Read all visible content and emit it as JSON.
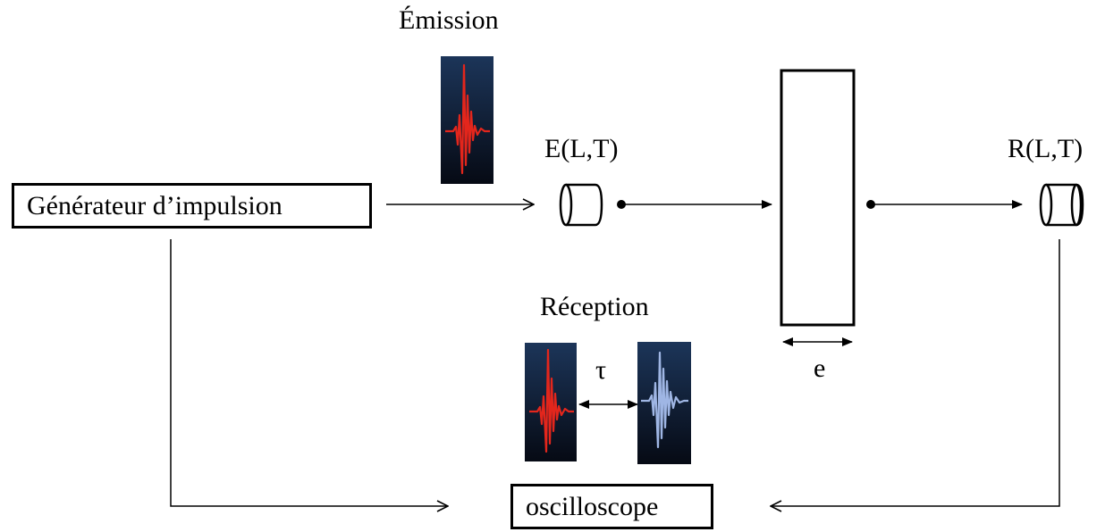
{
  "labels": {
    "emission": "Émission",
    "emitter": "E(L,T)",
    "receiver": "R(L,T)",
    "reception": "Réception",
    "delay": "τ",
    "thickness": "e"
  },
  "boxes": {
    "generator": "Générateur d’impulsion",
    "oscilloscope": "oscilloscope"
  },
  "icons": {
    "emitted_signal": "red-pulse-waveform",
    "received_signal_emitted": "red-pulse-waveform",
    "received_signal_transmitted": "blue-pulse-waveform",
    "emitter_transducer": "cylinder-transducer",
    "receiver_transducer": "cylinder-transducer",
    "sample": "rectangular-sample"
  },
  "colors": {
    "thumb_background": "#0b1426",
    "emitted_wave": "#e3261c",
    "received_wave": "#9fb6e4",
    "line": "#000000"
  }
}
